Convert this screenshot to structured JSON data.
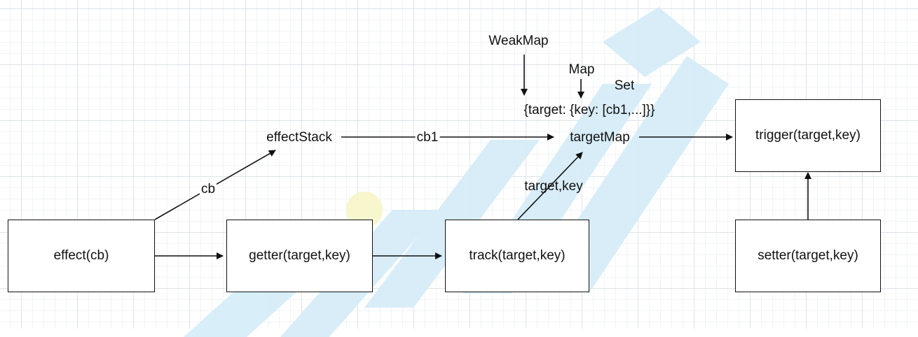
{
  "nodes": {
    "effect": "effect(cb)",
    "getter": "getter(target,key)",
    "track": "track(target,key)",
    "trigger": "trigger(target,key)",
    "setter": "setter(target,key)",
    "effect_stack": "effectStack",
    "target_map": "targetMap"
  },
  "annotations": {
    "weakmap": "WeakMap",
    "map": "Map",
    "set": "Set",
    "structure": "{target: {key: [cb1,...]}}"
  },
  "edges": {
    "cb": "cb",
    "cb1": "cb1",
    "target_key": "target,key"
  },
  "colors": {
    "stroke": "#111111",
    "grid_major": "#dfe3e8",
    "grid_minor": "#f1f3f5",
    "watermark_blue": "#d4ecf8",
    "watermark_yellow": "#f6f5c8"
  }
}
